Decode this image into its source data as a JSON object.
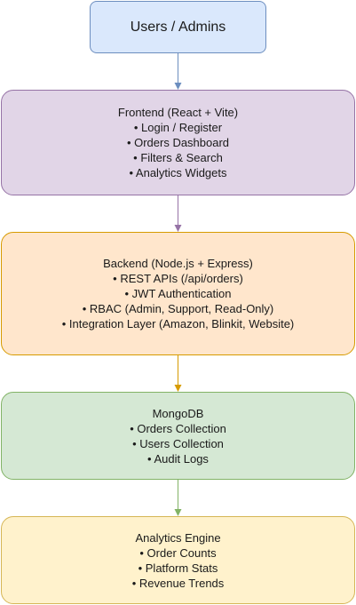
{
  "nodes": {
    "users": {
      "title": "Users / Admins",
      "lines": [],
      "fill": "#dae8fc",
      "stroke": "#6c8ebf"
    },
    "frontend": {
      "title": "Frontend (React + Vite)",
      "lines": [
        "• Login / Register",
        "• Orders Dashboard",
        "• Filters & Search",
        "• Analytics Widgets"
      ],
      "fill": "#e1d5e7",
      "stroke": "#9673a6"
    },
    "backend": {
      "title": "Backend (Node.js + Express)",
      "lines": [
        "• REST APIs (/api/orders)",
        "• JWT Authentication",
        "• RBAC (Admin, Support, Read-Only)",
        "• Integration Layer (Amazon, Blinkit, Website)"
      ],
      "fill": "#ffe6cc",
      "stroke": "#d79b00"
    },
    "mongodb": {
      "title": "MongoDB",
      "lines": [
        "• Orders Collection",
        "• Users Collection",
        "• Audit Logs"
      ],
      "fill": "#d5e8d4",
      "stroke": "#82b366"
    },
    "analytics": {
      "title": "Analytics Engine",
      "lines": [
        "• Order Counts",
        "• Platform Stats",
        "• Revenue Trends"
      ],
      "fill": "#fff2cc",
      "stroke": "#d6b656"
    }
  },
  "edges": [
    {
      "from": "users",
      "to": "frontend",
      "color": "#6c8ebf"
    },
    {
      "from": "frontend",
      "to": "backend",
      "color": "#9673a6"
    },
    {
      "from": "backend",
      "to": "mongodb",
      "color": "#d79b00"
    },
    {
      "from": "mongodb",
      "to": "analytics",
      "color": "#82b366"
    }
  ]
}
